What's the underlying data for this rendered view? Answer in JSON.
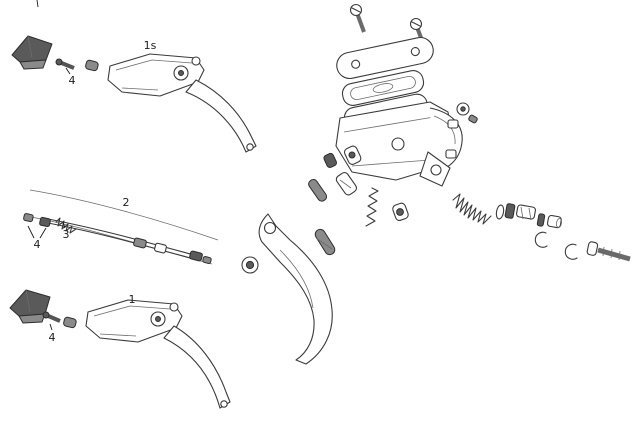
{
  "diagram": {
    "type": "exploded-parts-diagram",
    "subject": "hydraulic brake lever exploded view",
    "background": "#ffffff",
    "line_color": "#3b3b3b",
    "dark_fill": "#5a5a5a",
    "labels": [
      {
        "id": "label-1s",
        "text": "1s"
      },
      {
        "id": "label-4-top",
        "text": "4"
      },
      {
        "id": "label-2",
        "text": "2"
      },
      {
        "id": "label-3",
        "text": "3"
      },
      {
        "id": "label-4-mid",
        "text": "4"
      },
      {
        "id": "label-1",
        "text": "1"
      },
      {
        "id": "label-4-bottom",
        "text": "4"
      }
    ]
  }
}
